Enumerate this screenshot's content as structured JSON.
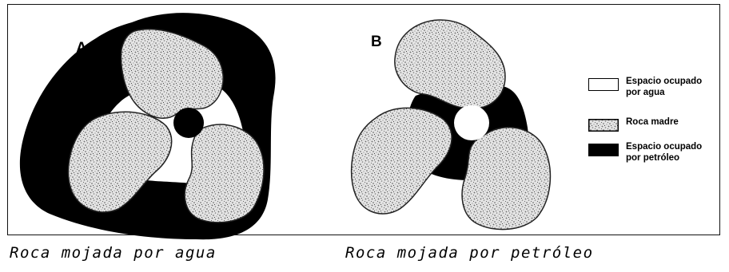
{
  "panels": [
    {
      "label": "A",
      "caption": "Roca mojada por agua"
    },
    {
      "label": "B",
      "caption": "Roca mojada por petróleo"
    }
  ],
  "legend": [
    {
      "key": "water",
      "label": "Espacio ocupado\npor agua",
      "color": "#ffffff"
    },
    {
      "key": "rock",
      "label": "Roca madre",
      "color": "#d9d9d9"
    },
    {
      "key": "oil",
      "label": "Espacio ocupado\npor petróleo",
      "color": "#000000"
    }
  ]
}
